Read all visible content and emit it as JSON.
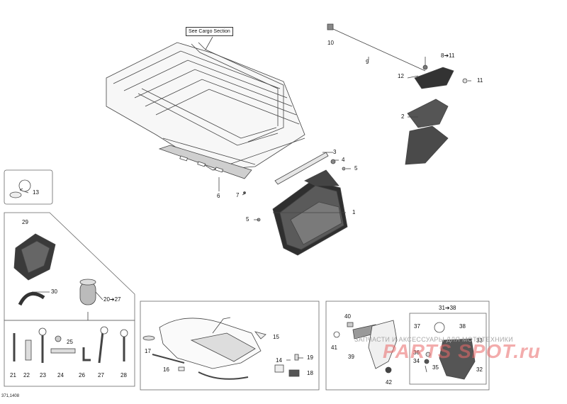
{
  "callout_text": "See Cargo Section",
  "figure_id": "371,1408",
  "watermark_text": "ЗАПЧАСТИ И АКСЕССУАРЫ ДЛЯ МОТОТЕХНИКИ",
  "brand_text": "PARTS SPOT.ru",
  "labels": {
    "l1": "1",
    "l2": "2",
    "l3": "3",
    "l4": "4",
    "l5a": "5",
    "l5b": "5",
    "l6": "6",
    "l7": "7",
    "l8_11": "8➔11",
    "l9": "9",
    "l10": "10",
    "l11": "11",
    "l12": "12",
    "l13": "13",
    "l14": "14",
    "l15": "15",
    "l16": "16",
    "l17": "17",
    "l18": "18",
    "l19": "19",
    "l20_27": "20➔27",
    "l21": "21",
    "l22": "22",
    "l23": "23",
    "l24": "24",
    "l25": "25",
    "l26": "26",
    "l27": "27",
    "l28": "28",
    "l29": "29",
    "l30": "30",
    "l31_38": "31➔38",
    "l32": "32",
    "l33": "33",
    "l34": "34",
    "l35": "35",
    "l36": "36",
    "l37": "37",
    "l38": "38",
    "l39": "39",
    "l40": "40",
    "l41": "41",
    "l42": "42"
  }
}
